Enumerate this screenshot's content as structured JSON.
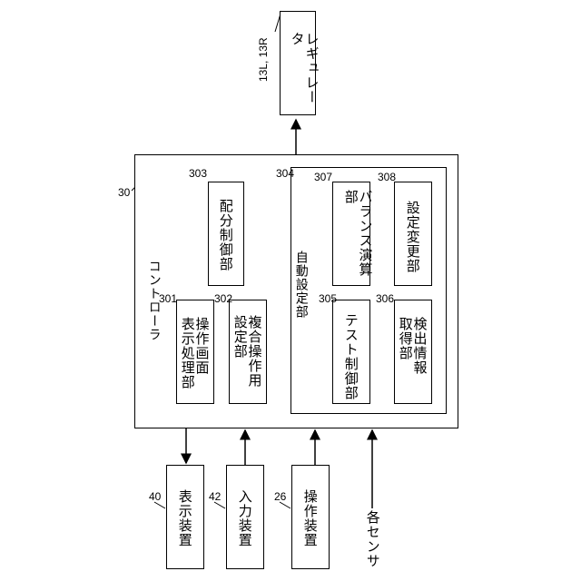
{
  "regulator": {
    "label": "レギュレータ",
    "ref": "13L, 13R"
  },
  "controller": {
    "label": "コントローラ",
    "ref": "30"
  },
  "units": {
    "distribution": {
      "label": "配分制御部",
      "ref": "303"
    },
    "operation_display": {
      "line1": "操作画面",
      "line2": "表示処理部",
      "ref": "301"
    },
    "composite": {
      "line1": "複合操作用",
      "line2": "設定部",
      "ref": "302"
    },
    "auto_setting": {
      "label": "自動設定部",
      "ref": "304"
    },
    "balance": {
      "label": "バランス演算部",
      "ref": "307"
    },
    "setting_change": {
      "label": "設定変更部",
      "ref": "308"
    },
    "test_control": {
      "label": "テスト制御部",
      "ref": "305"
    },
    "detection": {
      "line1": "検出情報",
      "line2": "取得部",
      "ref": "306"
    }
  },
  "external": {
    "display": {
      "label": "表示装置",
      "ref": "40"
    },
    "input": {
      "label": "入力装置",
      "ref": "42"
    },
    "operation": {
      "label": "操作装置",
      "ref": "26"
    },
    "sensors": {
      "label": "各センサ"
    }
  }
}
